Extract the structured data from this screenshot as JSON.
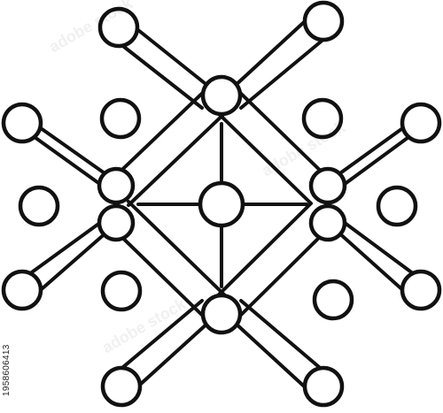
{
  "figure": {
    "subject": "molecular lattice icon",
    "stroke_color": "#111111",
    "fill_color": "#ffffff",
    "background_color": "#ffffff"
  },
  "side_label": {
    "text": "1958606413"
  },
  "watermark": {
    "text": "adobe stock"
  }
}
